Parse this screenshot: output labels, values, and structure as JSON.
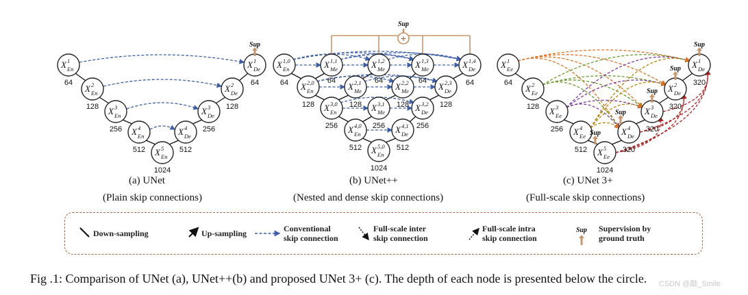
{
  "diagrams": [
    {
      "id": "unet",
      "caption": "(a) UNet",
      "subcaption": "(Plain skip connections)",
      "sup_label": "Sup",
      "nodes": [
        {
          "id": "en1",
          "base": "X",
          "sup": "1",
          "sub": "En",
          "depth": "64"
        },
        {
          "id": "en2",
          "base": "X",
          "sup": "2",
          "sub": "En",
          "depth": "128"
        },
        {
          "id": "en3",
          "base": "X",
          "sup": "3",
          "sub": "En",
          "depth": "256"
        },
        {
          "id": "en4",
          "base": "X",
          "sup": "4",
          "sub": "En",
          "depth": "512"
        },
        {
          "id": "en5",
          "base": "X",
          "sup": "5",
          "sub": "En",
          "depth": "1024"
        },
        {
          "id": "de4",
          "base": "X",
          "sup": "4",
          "sub": "De",
          "depth": "512"
        },
        {
          "id": "de3",
          "base": "X",
          "sup": "3",
          "sub": "De",
          "depth": "256"
        },
        {
          "id": "de2",
          "base": "X",
          "sup": "2",
          "sub": "De",
          "depth": "128"
        },
        {
          "id": "de1",
          "base": "X",
          "sup": "1",
          "sub": "De",
          "depth": "64"
        }
      ]
    },
    {
      "id": "unetpp",
      "caption": "(b) UNet++",
      "subcaption": "(Nested and dense skip connections)",
      "sup_label": "Sup",
      "sum_symbol": "+",
      "nodes": [
        {
          "id": "n00",
          "base": "X",
          "sup": "1,0",
          "sub": "En",
          "depth": "64"
        },
        {
          "id": "n01",
          "base": "X",
          "sup": "1,1",
          "sub": "Me",
          "depth": "64"
        },
        {
          "id": "n02",
          "base": "X",
          "sup": "1,2",
          "sub": "Me",
          "depth": "64"
        },
        {
          "id": "n03",
          "base": "X",
          "sup": "1,3",
          "sub": "Me",
          "depth": "64"
        },
        {
          "id": "n04",
          "base": "X",
          "sup": "1,4",
          "sub": "De",
          "depth": "64"
        },
        {
          "id": "n10",
          "base": "X",
          "sup": "2,0",
          "sub": "En",
          "depth": "128"
        },
        {
          "id": "n11",
          "base": "X",
          "sup": "2,1",
          "sub": "Me",
          "depth": "128"
        },
        {
          "id": "n12",
          "base": "X",
          "sup": "2,2",
          "sub": "Me",
          "depth": "128"
        },
        {
          "id": "n13",
          "base": "X",
          "sup": "2,3",
          "sub": "De",
          "depth": "128"
        },
        {
          "id": "n20",
          "base": "X",
          "sup": "3,0",
          "sub": "En",
          "depth": "256"
        },
        {
          "id": "n21",
          "base": "X",
          "sup": "3,1",
          "sub": "Me",
          "depth": "256"
        },
        {
          "id": "n22",
          "base": "X",
          "sup": "3,2",
          "sub": "De",
          "depth": "256"
        },
        {
          "id": "n30",
          "base": "X",
          "sup": "4,0",
          "sub": "En",
          "depth": "512"
        },
        {
          "id": "n31",
          "base": "X",
          "sup": "4,1",
          "sub": "De",
          "depth": "512"
        },
        {
          "id": "n40",
          "base": "X",
          "sup": "5,0",
          "sub": "En",
          "depth": "1024"
        }
      ]
    },
    {
      "id": "unet3p",
      "caption": "(c) UNet 3+",
      "subcaption": "(Full-scale skip connections)",
      "sup_label": "Sup",
      "nodes": [
        {
          "id": "e1",
          "base": "X",
          "sup": "1",
          "sub": "Ee",
          "depth": "64"
        },
        {
          "id": "e2",
          "base": "X",
          "sup": "2",
          "sub": "Ee",
          "depth": "128"
        },
        {
          "id": "e3",
          "base": "X",
          "sup": "3",
          "sub": "Ee",
          "depth": "256"
        },
        {
          "id": "e4",
          "base": "X",
          "sup": "4",
          "sub": "Ee",
          "depth": "512"
        },
        {
          "id": "e5",
          "base": "X",
          "sup": "5",
          "sub": "Ee",
          "depth": "1024"
        },
        {
          "id": "d4",
          "base": "X",
          "sup": "4",
          "sub": "De",
          "depth": "320"
        },
        {
          "id": "d3",
          "base": "X",
          "sup": "3",
          "sub": "De",
          "depth": "320"
        },
        {
          "id": "d2",
          "base": "X",
          "sup": "2",
          "sub": "De",
          "depth": "320"
        },
        {
          "id": "d1",
          "base": "X",
          "sup": "1",
          "sub": "De",
          "depth": "320"
        }
      ]
    }
  ],
  "legend": {
    "down": "Down-sampling",
    "up": "Up-sampling",
    "conventional": [
      "Conventional",
      "skip connection"
    ],
    "inter": [
      "Full-scale inter",
      "skip connection"
    ],
    "intra": [
      "Full-scale intra",
      "skip connection"
    ],
    "sup_symbol": "Sup",
    "supervision": [
      "Supervision by",
      "ground truth"
    ]
  },
  "figure_caption": "Fig .1: Comparison of UNet (a), UNet++(b) and proposed UNet 3+ (c). The depth of each node is presented below the circle.",
  "watermark": "CSDN @敲_Smile",
  "colors": {
    "conventional": "#3d5fa8",
    "supervision": "#c8956a",
    "legend_border": "#a06a4a",
    "inter_colors": [
      "#e07020",
      "#6a9a2a",
      "#7a3a9a",
      "#b8860b"
    ],
    "intra_color": "#b02020"
  }
}
